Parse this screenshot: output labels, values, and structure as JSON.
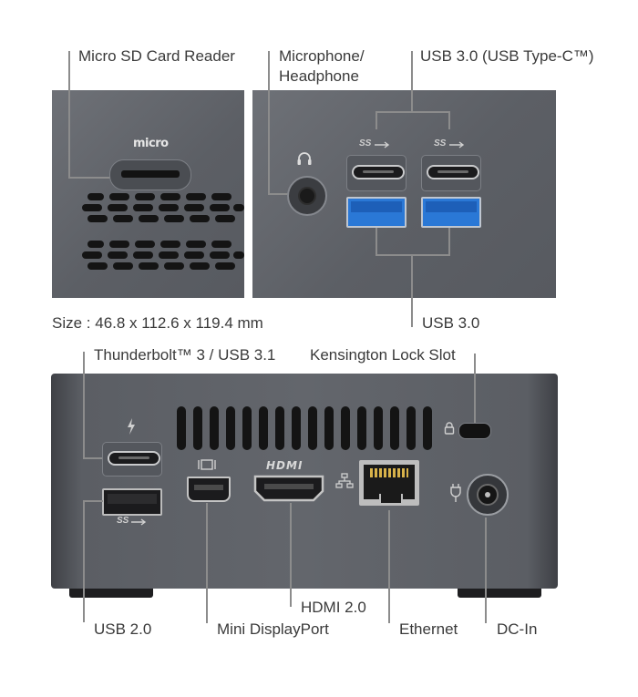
{
  "labels": {
    "micro_sd": "Micro SD Card Reader",
    "mic_line1": "Microphone/",
    "mic_line2": "Headphone",
    "usb30_typec": "USB 3.0 (USB Type-C™)",
    "usb30": "USB 3.0",
    "size": "Size : 46.8 x 112.6 x 119.4 mm",
    "thunderbolt": "Thunderbolt™ 3 / USB 3.1",
    "kensington": "Kensington Lock Slot",
    "usb20": "USB 2.0",
    "mini_dp": "Mini DisplayPort",
    "hdmi": "HDMI 2.0",
    "ethernet": "Ethernet",
    "dc_in": "DC-In"
  },
  "device_markings": {
    "micro_logo": "micro",
    "ss_logo": "SS",
    "hdmi_logo": "HDMI"
  },
  "icons": [
    "headphone-icon",
    "lightning-icon",
    "lock-icon",
    "mini-displayport-icon",
    "network-icon",
    "power-plug-icon"
  ],
  "colors": {
    "chassis": "#5e6167",
    "usb3_blue": "#2a78d6",
    "leader_line": "#8c8c8c"
  }
}
